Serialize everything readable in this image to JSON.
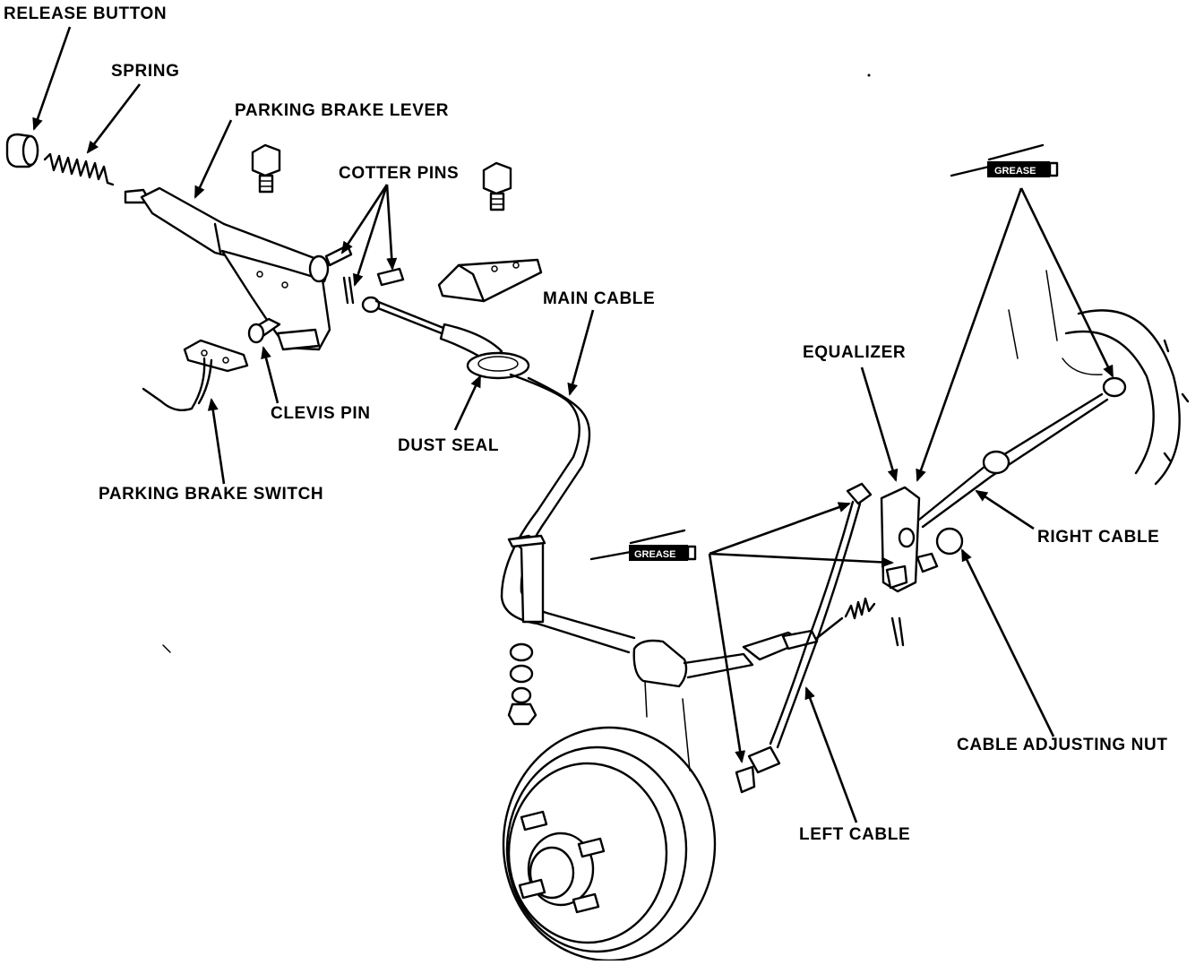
{
  "labels": {
    "release_button": "RELEASE BUTTON",
    "spring": "SPRING",
    "parking_brake_lever": "PARKING BRAKE LEVER",
    "cotter_pins": "COTTER PINS",
    "main_cable": "MAIN CABLE",
    "equalizer": "EQUALIZER",
    "clevis_pin": "CLEVIS PIN",
    "dust_seal": "DUST SEAL",
    "parking_brake_switch": "PARKING BRAKE SWITCH",
    "right_cable": "RIGHT CABLE",
    "cable_adjusting_nut": "CABLE ADJUSTING NUT",
    "left_cable": "LEFT CABLE"
  },
  "grease_tubes": {
    "top": "GREASE",
    "middle": "GREASE"
  },
  "colors": {
    "ink": "#000000",
    "paper": "#ffffff"
  }
}
